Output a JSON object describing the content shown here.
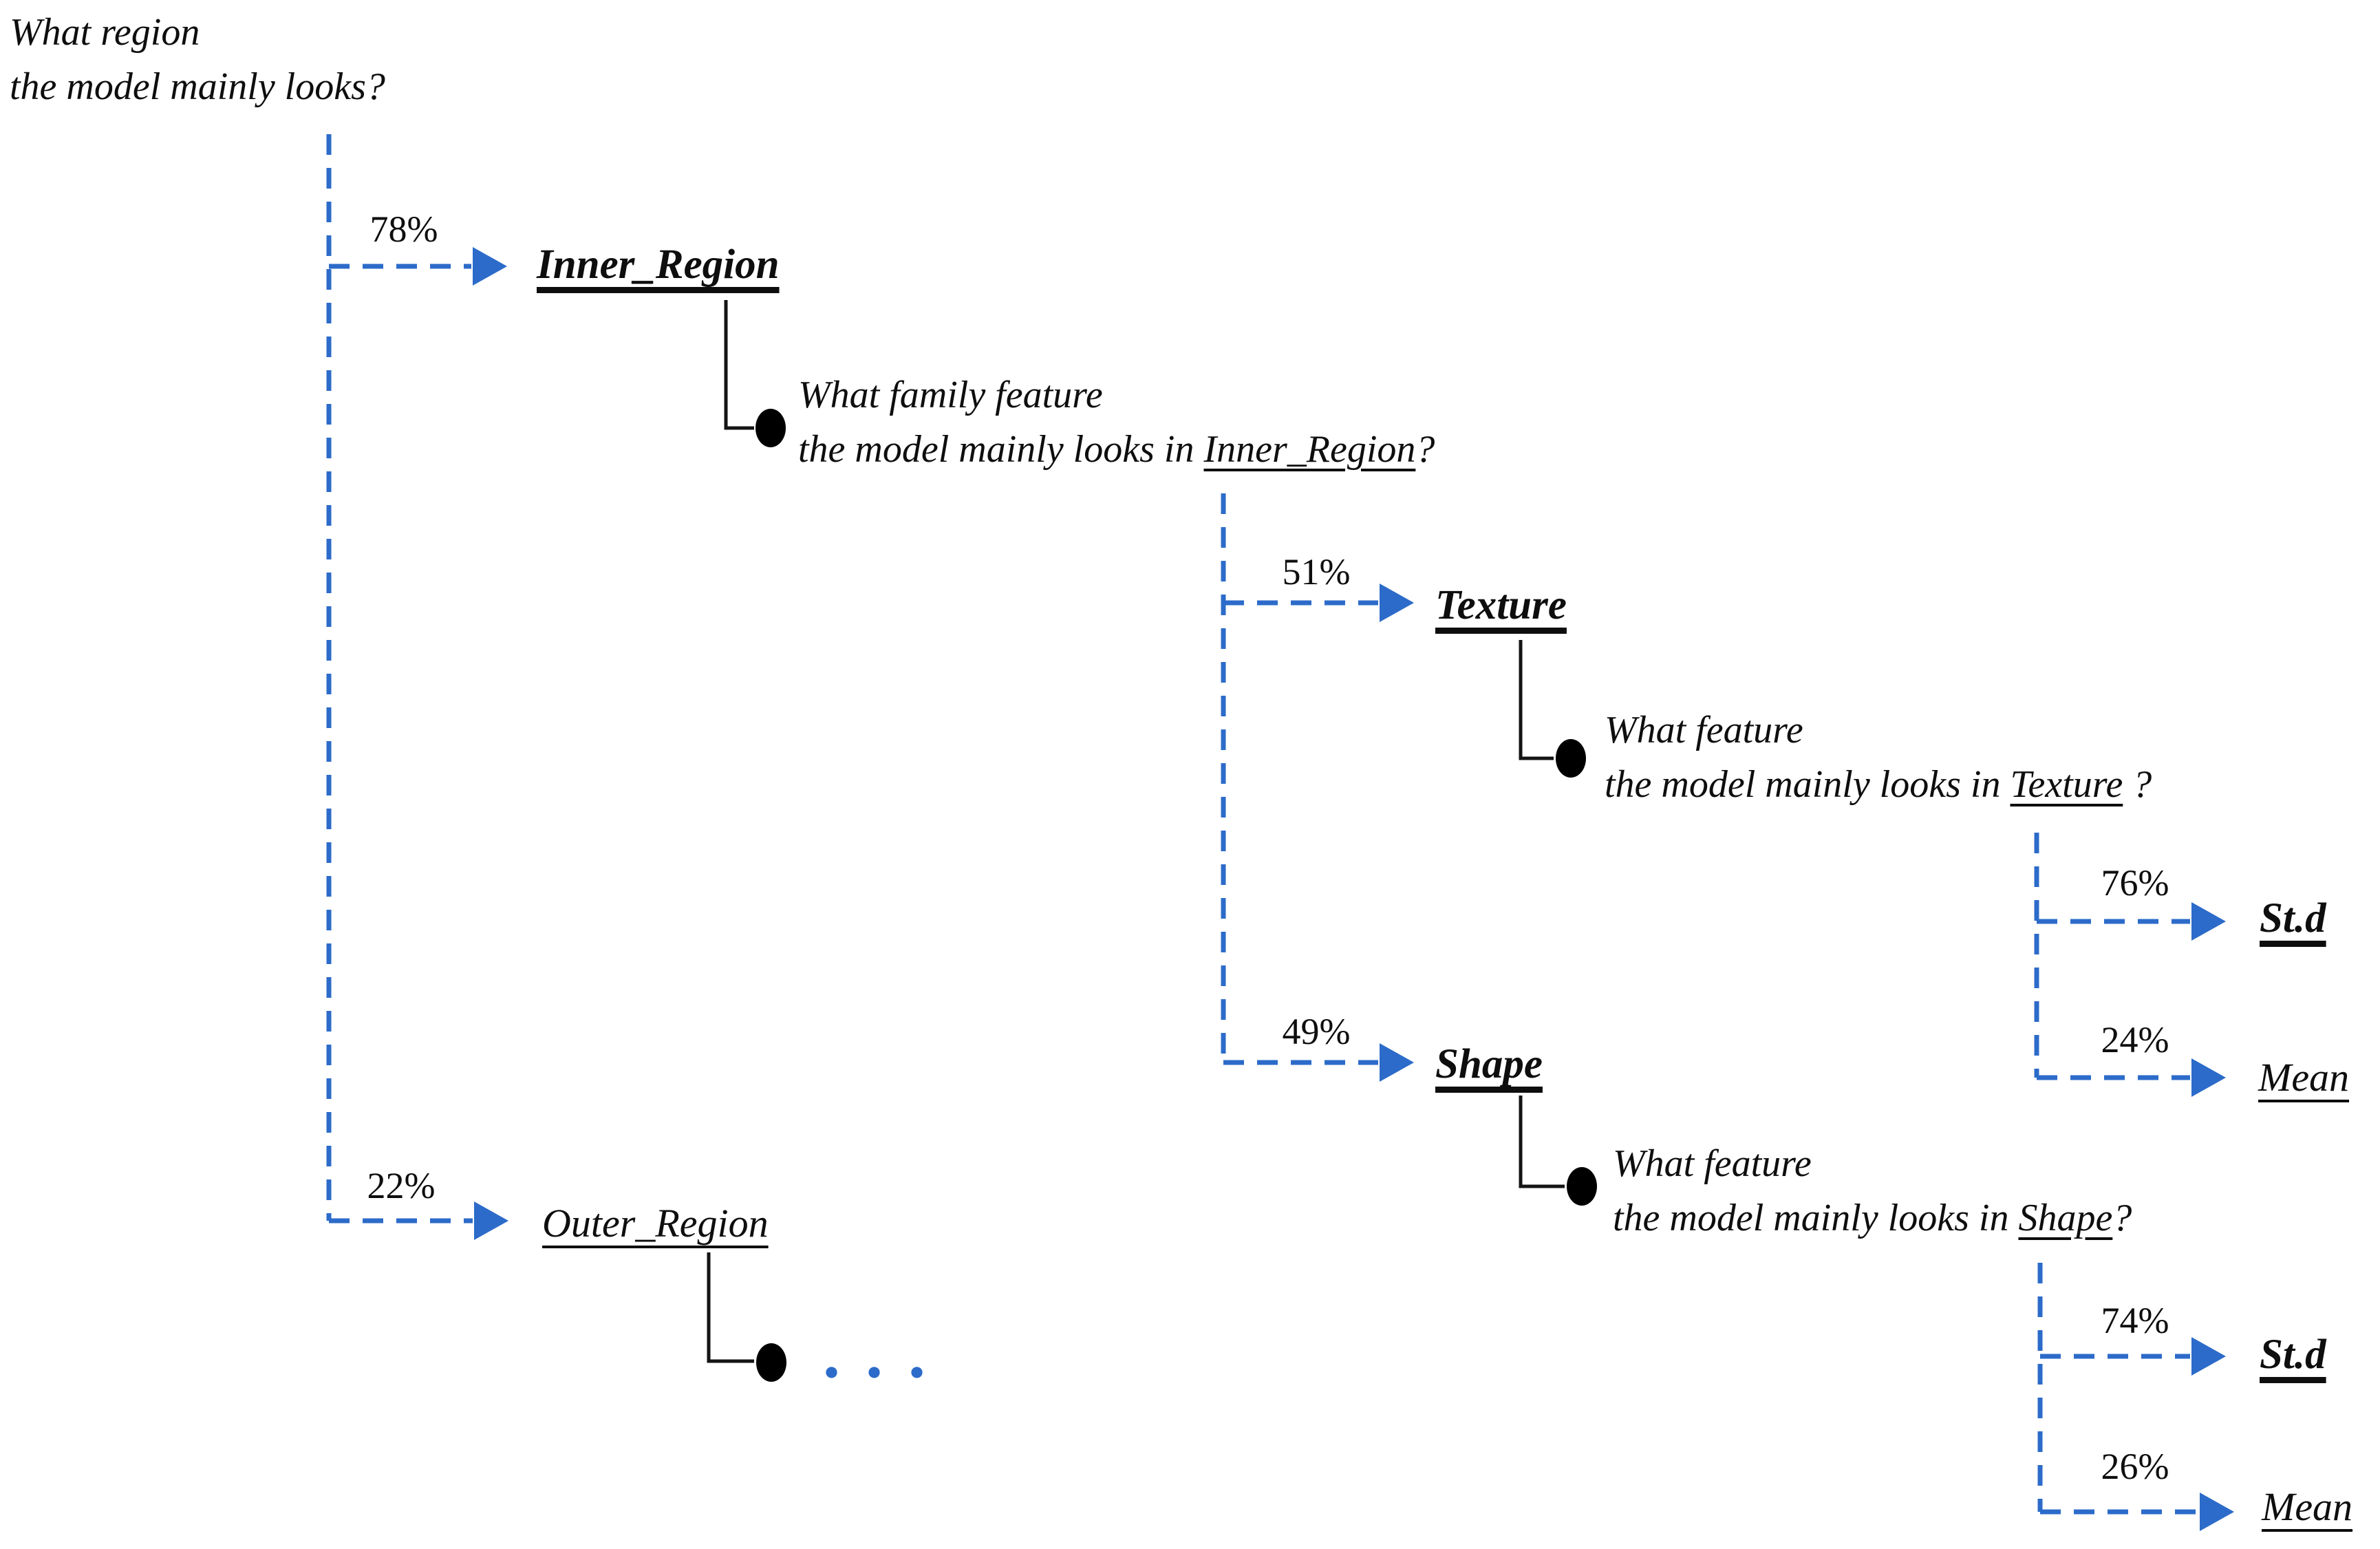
{
  "colors": {
    "accent": "#2C6BC9",
    "ink": "#0e0e0e"
  },
  "root": {
    "line1": "What region",
    "line2": "the model mainly looks?"
  },
  "level1": {
    "inner": {
      "percent": "78%",
      "label": "Inner_Region"
    },
    "outer": {
      "percent": "22%",
      "label": "Outer_Region",
      "ellipsis": ". . ."
    }
  },
  "inner_question": {
    "line1": "What family feature",
    "prefix": "the model mainly looks in ",
    "word": "Inner_Region",
    "suffix": "?"
  },
  "level2": {
    "texture": {
      "percent": "51%",
      "label": "Texture"
    },
    "shape": {
      "percent": "49%",
      "label": "Shape"
    }
  },
  "texture_question": {
    "line1": "What feature",
    "prefix": "the model mainly looks in ",
    "word": "Texture",
    "suffix": " ?"
  },
  "shape_question": {
    "line1": "What feature",
    "prefix": "the model mainly looks in ",
    "word": "Shape",
    "suffix": "?"
  },
  "level3": {
    "texture_std": {
      "percent": "76%",
      "label": "St.d"
    },
    "texture_mean": {
      "percent": "24%",
      "label": "Mean"
    },
    "shape_std": {
      "percent": "74%",
      "label": "St.d"
    },
    "shape_mean": {
      "percent": "26%",
      "label": "Mean"
    }
  }
}
